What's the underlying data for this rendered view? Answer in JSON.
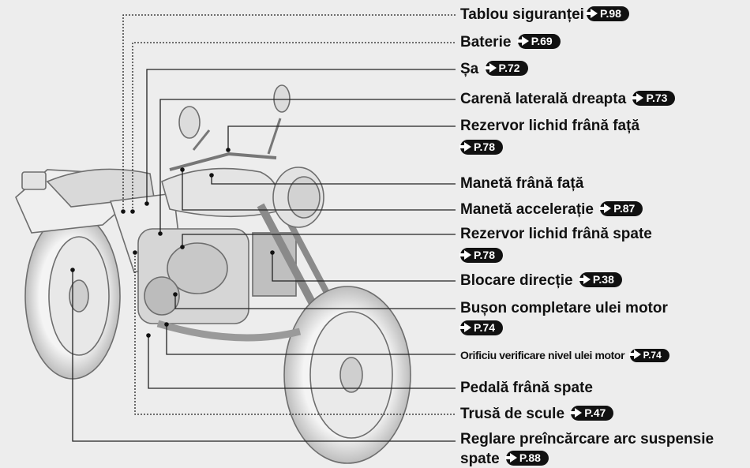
{
  "labels": [
    {
      "text": "Tablou siguranței",
      "ref": "P.98"
    },
    {
      "text": "Baterie",
      "ref": "P.69"
    },
    {
      "text": "Șa",
      "ref": "P.72"
    },
    {
      "text": "Carenă laterală dreapta",
      "ref": "P.73"
    },
    {
      "text": "Rezervor lichid frână față",
      "ref": "P.78"
    },
    {
      "text": "Manetă frână față",
      "ref": ""
    },
    {
      "text": "Manetă accelerație",
      "ref": "P.87"
    },
    {
      "text": "Rezervor lichid frână spate",
      "ref": "P.78"
    },
    {
      "text": "Blocare direcție",
      "ref": "P.38"
    },
    {
      "text": "Bușon completare ulei motor",
      "ref": "P.74"
    },
    {
      "text": "Orificiu verificare nivel ulei motor",
      "ref": "P.74"
    },
    {
      "text": "Pedală frână spate",
      "ref": ""
    },
    {
      "text": "Trusă de scule",
      "ref": "P.47"
    },
    {
      "text": "Reglare preîncărcare arc suspensie",
      "ref": ""
    },
    {
      "text": "spate",
      "ref": "P.88"
    }
  ]
}
